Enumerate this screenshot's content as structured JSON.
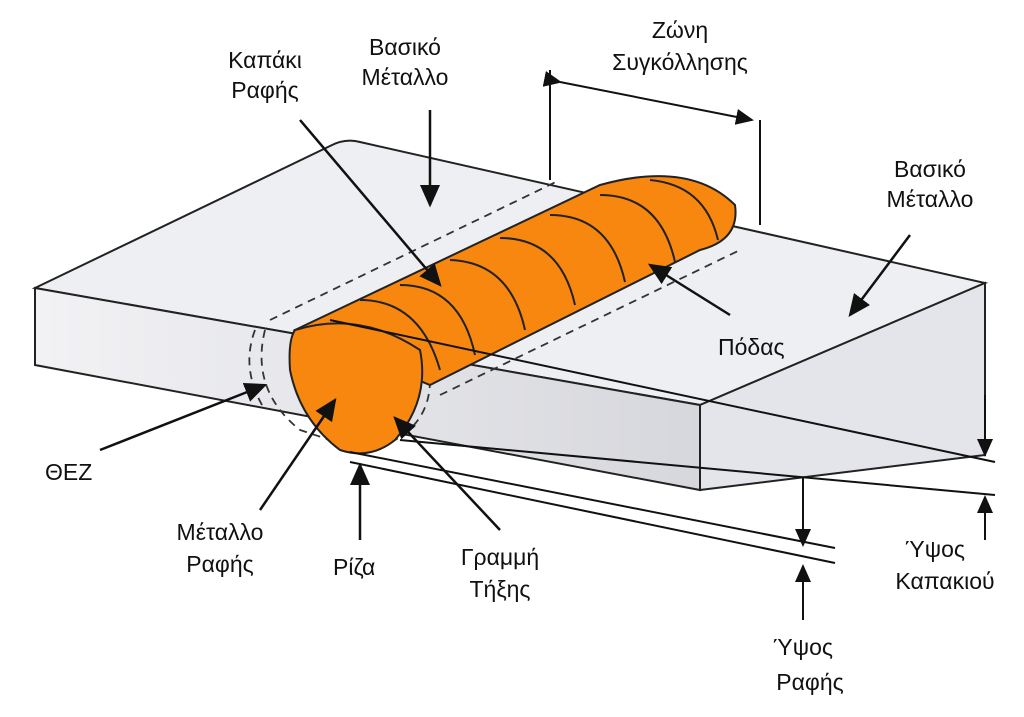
{
  "labels": {
    "cap": [
      "Καπάκι",
      "Ραφής"
    ],
    "base_metal_top": [
      "Βασικό",
      "Μέταλλο"
    ],
    "weld_zone": [
      "Ζώνη",
      "Συγκόλλησης"
    ],
    "base_metal_right": [
      "Βασικό",
      "Μέταλλο"
    ],
    "toe": "Πόδας",
    "haz": "ΘΕΖ",
    "weld_metal": [
      "Μέταλλο",
      "Ραφής"
    ],
    "root": "Ρίζα",
    "fusion_line": [
      "Γραμμή",
      "Τήξης"
    ],
    "cap_height": [
      "Ύψος",
      "Καπακιού"
    ],
    "weld_height": [
      "Ύψος",
      "Ραφής"
    ]
  },
  "colors": {
    "weld": "#f7870f",
    "plate_top": "#eeeff3",
    "plate_front": "#dcdde2",
    "line": "#111111"
  }
}
